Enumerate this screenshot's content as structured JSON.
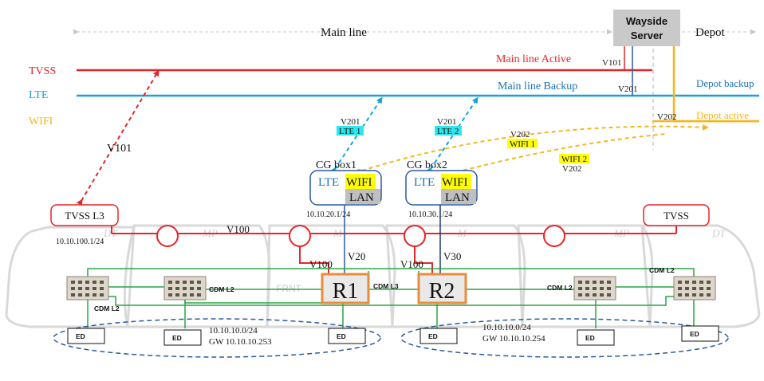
{
  "header": {
    "main_line": "Main line",
    "depot": "Depot",
    "wayside_server": [
      "Wayside",
      "Server"
    ]
  },
  "legend": {
    "tvss": "TVSS",
    "lte": "LTE",
    "wifi": "WIFI"
  },
  "lines": {
    "main_active": "Main line Active",
    "main_backup": "Main line Backup",
    "depot_backup": "Depot backup",
    "depot_active": "Depot active"
  },
  "vlans": {
    "v101_server": "V101",
    "v201_server": "V201",
    "v202_server": "V202",
    "v101_link": "V101",
    "v201_box1": "V201",
    "v201_box2": "V201",
    "v202_wifi": "V202",
    "v202_wifi2": "V202",
    "v100_top": "V100",
    "v100_r1": "V100",
    "v100_r2": "V100",
    "v20": "V20",
    "v30": "V30"
  },
  "tags": {
    "lte1": "LTE 1",
    "lte2": "LTE 2",
    "wifi1": "WIFI 1",
    "wifi2": "WIFI 2"
  },
  "boxes": {
    "cg_box1": "CG box1",
    "cg_box2": "CG box2",
    "lte": "LTE",
    "wifi": "WIFI",
    "lan": "LAN",
    "cg1_ip": "10.10.20.1/24",
    "cg2_ip": "10.10.30.1/24"
  },
  "nodes": {
    "tvss_l3": "TVSS L3",
    "tvss": "TVSS",
    "tvss_l3_ip": "10.10.100.1/24",
    "r1": "R1",
    "r2": "R2"
  },
  "cars": {
    "dt_left": "DT",
    "mp_left": "MP",
    "m_left": "M",
    "m_right": "M",
    "mp_right": "MP",
    "dt_right": "DT",
    "frnt": "FRNT"
  },
  "switches": {
    "cdm_l2_a": "CDM L2",
    "cdm_l2_b": "CDM L2",
    "cdm_l3": "CDM L3",
    "cdm_l2_c": "CDM L2",
    "cdm_l2_d": "CDM L2"
  },
  "eds": [
    "ED",
    "ED",
    "ED",
    "ED",
    "ED",
    "ED"
  ],
  "subnets": {
    "left_net": "10.10.10.0/24",
    "left_gw": "GW 10.10.10.253",
    "right_net": "10.10.10.0/24",
    "right_gw": "GW 10.10.10.254"
  },
  "colors": {
    "tvss": "#e8242a",
    "lte": "#1aa0d8",
    "wifi": "#f6b51b",
    "ethernet": "#28a745",
    "router_border": "#e98c3b",
    "ed_ring": "#2c5aa0"
  }
}
